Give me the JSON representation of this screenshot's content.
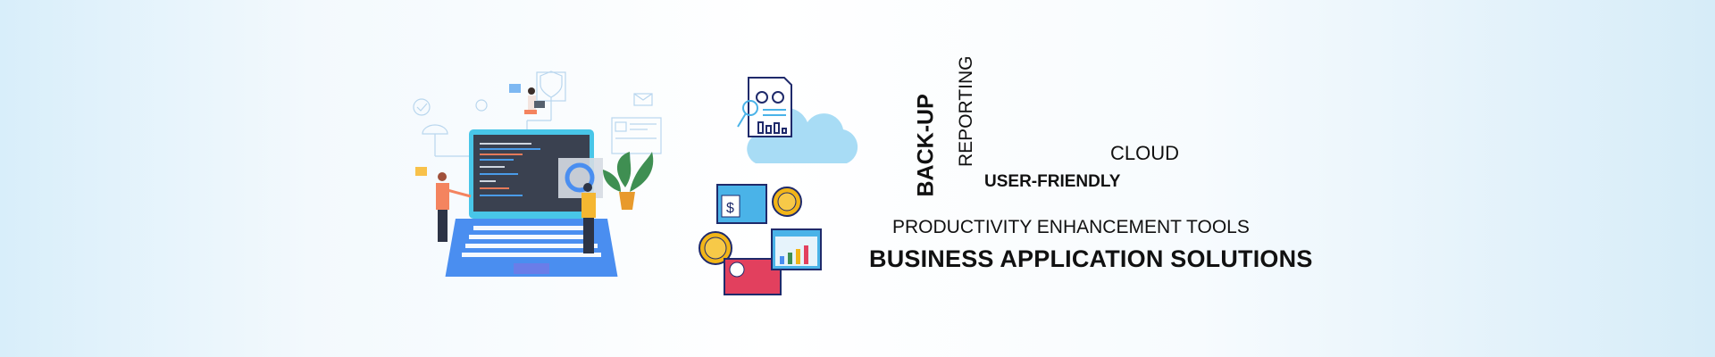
{
  "keywords": {
    "backup": "BACK-UP",
    "reporting": "REPORTING",
    "cloud": "CLOUD",
    "user_friendly": "USER-FRIENDLY",
    "productivity": "PRODUCTIVITY ENHANCEMENT TOOLS",
    "headline": "BUSINESS APPLICATION SOLUTIONS"
  },
  "colors": {
    "laptop_blue": "#4a8ef0",
    "screen_dark": "#3a4150",
    "cloud_blue": "#a8dcf5",
    "icon_navy": "#1f2a6b",
    "coin_gold": "#f2b517",
    "card_red": "#e2405e",
    "plant_green": "#3f8f52",
    "pot_orange": "#e89a2c"
  },
  "icons": [
    "developer-laptop-illustration",
    "report-document-icon",
    "cloud-icon",
    "payment-window-icon",
    "dollar-coin-icon",
    "bitcoin-coin-icon",
    "analytics-window-icon",
    "credit-card-icon"
  ]
}
